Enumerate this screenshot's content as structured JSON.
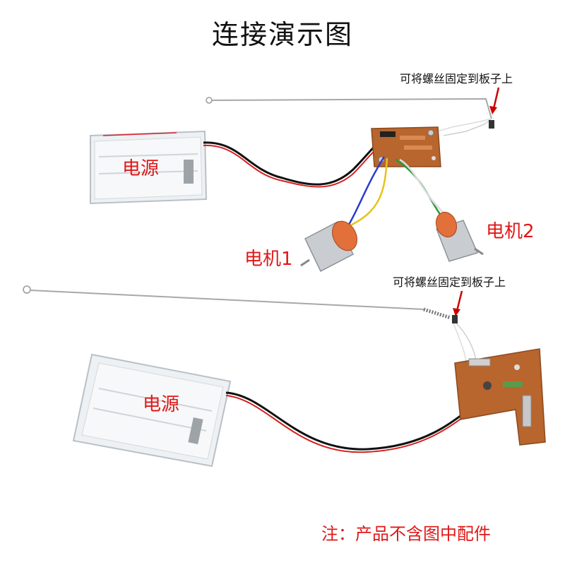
{
  "title": "连接演示图",
  "labels": {
    "power_top": "电源",
    "power_bottom": "电源",
    "motor1": "电机1",
    "motor2": "电机2",
    "screw_hint_top": "可将螺丝固定到板子上",
    "screw_hint_bottom": "可将螺丝固定到板子上"
  },
  "note": "注：产品不含图中配件",
  "colors": {
    "label_red": "#e01818",
    "pcb_brown": "#b8652e",
    "wire_red": "#d42020",
    "wire_black": "#111111",
    "wire_blue": "#2a3bd0",
    "wire_yellow": "#e8c21a",
    "wire_green": "#2a9a3a",
    "wire_white": "#dddddd",
    "motor_cap": "#e2703a"
  }
}
